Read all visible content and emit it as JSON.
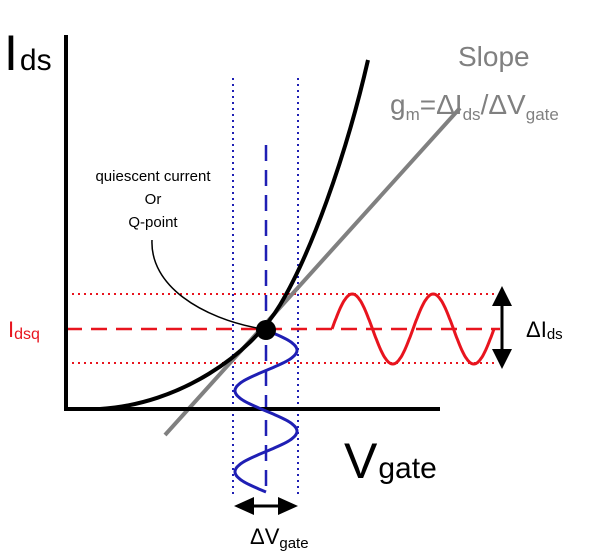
{
  "labels": {
    "y_axis_main": "I",
    "y_axis_sub": "ds",
    "x_axis_main": "V",
    "x_axis_sub": "gate",
    "slope_title": "Slope",
    "slope_g": "g",
    "slope_m": "m",
    "slope_eq": "=ΔI",
    "slope_ds": "ds",
    "slope_div": "/ΔV",
    "slope_gate": "gate",
    "qpoint_line1": "quiescent current",
    "qpoint_line2": "Or",
    "qpoint_line3": "Q-point",
    "idsq_main": "I",
    "idsq_sub": "dsq",
    "delta_ids_main": "ΔI",
    "delta_ids_sub": "ds",
    "delta_vgate_main": "ΔV",
    "delta_vgate_sub": "gate"
  },
  "colors": {
    "axis": "#000000",
    "curve": "#000000",
    "tangent": "#808080",
    "slope_text": "#808080",
    "gate_signal": "#1f1fb4",
    "drain_signal": "#e8141e",
    "idsq_text": "#e8141e",
    "text": "#000000"
  }
}
